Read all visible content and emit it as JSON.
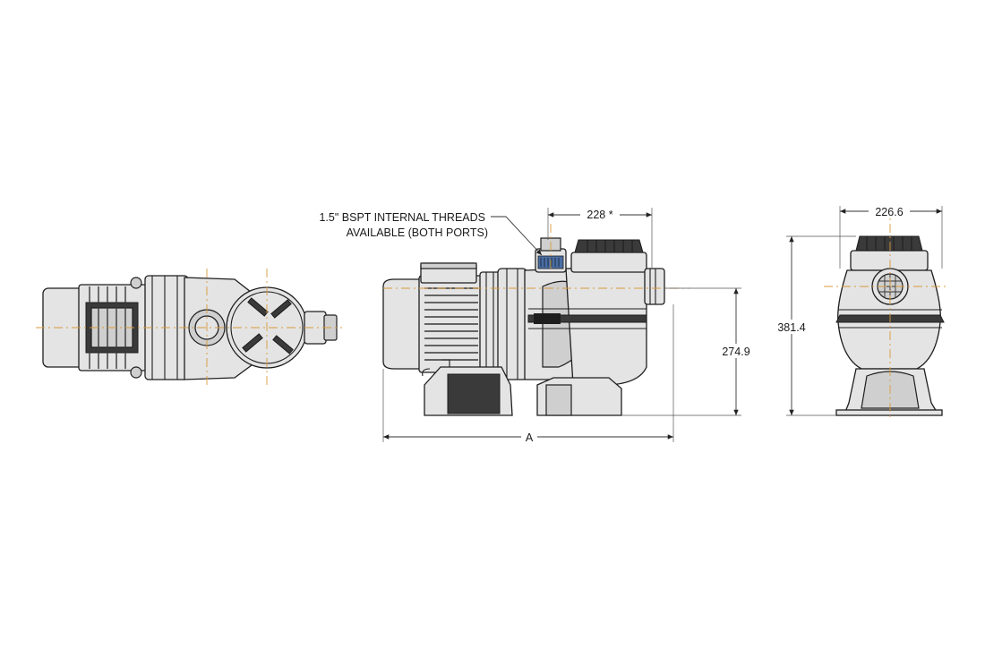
{
  "drawing": {
    "callout": {
      "line1": "1.5\" BSPT INTERNAL THREADS",
      "line2": "AVAILABLE (BOTH PORTS)"
    },
    "dimensions": {
      "side_width": "228 *",
      "side_height": "274.9",
      "side_length": "A",
      "end_width": "226.6",
      "end_height": "381.4"
    },
    "views": [
      "top",
      "side",
      "end"
    ]
  },
  "colors": {
    "line": "#1e1e1e",
    "fill": "#e4e4e4",
    "centerline": "#d99a3a",
    "port": "#4a6fa5"
  }
}
